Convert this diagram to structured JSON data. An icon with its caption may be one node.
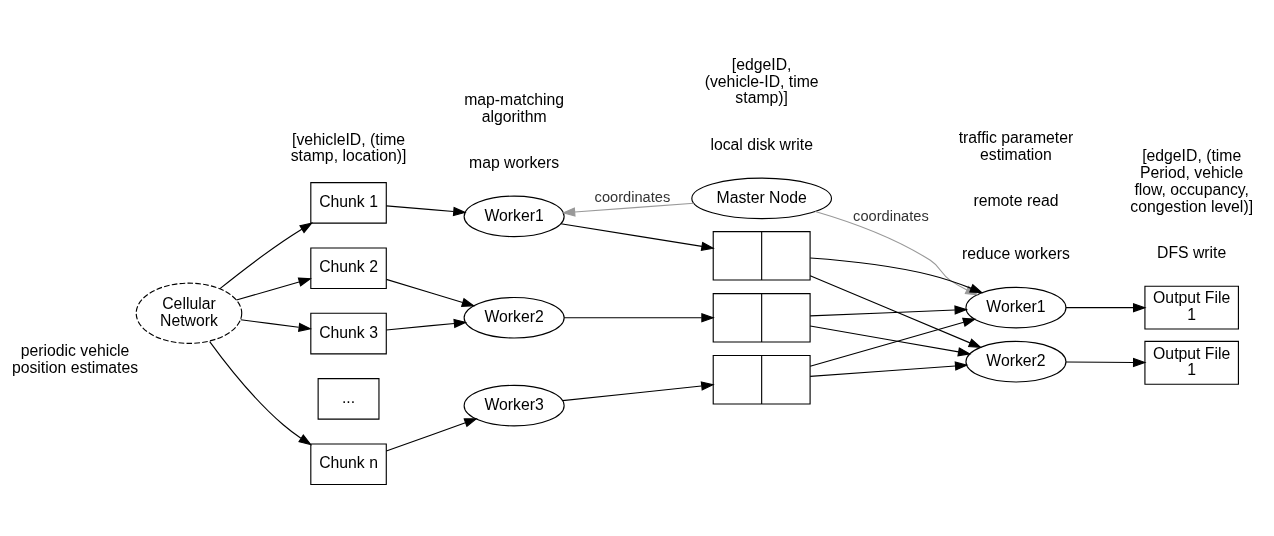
{
  "diagram": {
    "nodes": [
      {
        "text": [
          "Master Node"
        ]
      },
      {
        "text": [
          "Cellular Network"
        ],
        "beside": [
          "periodic vehicle position estimates"
        ]
      },
      {
        "text": [
          "Chunk 1"
        ]
      },
      {
        "text": [
          "Chunk 2"
        ]
      },
      {
        "text": [
          "Chunk 3"
        ]
      },
      {
        "text": [
          "..."
        ]
      },
      {
        "text": [
          "Chunk n"
        ]
      },
      {
        "text": [
          "Worker1"
        ]
      },
      {
        "text": [
          "Worker2"
        ]
      },
      {
        "text": [
          "Worker3"
        ]
      },
      {
        "text": [],
        "shape": "box"
      },
      {
        "text": [],
        "shape": "box"
      },
      {
        "text": [],
        "shape": "box"
      },
      {
        "text": [
          "Worker1"
        ]
      },
      {
        "text": [
          "Worker2"
        ]
      },
      {
        "text": [
          "Output File 1"
        ]
      },
      {
        "text": [
          "Output File 1"
        ]
      }
    ],
    "edges": [
      {
        "from": 0,
        "to": 7,
        "arrow": "to",
        "label": "coordinates",
        "color": "#999999"
      },
      {
        "from": 0,
        "to": 13,
        "arrow": "to",
        "label": "coordinates",
        "color": "#999999"
      },
      {
        "from": 1,
        "to": 2,
        "arrow": "to"
      },
      {
        "from": 1,
        "to": 3,
        "arrow": "to"
      },
      {
        "from": 1,
        "to": 4,
        "arrow": "to"
      },
      {
        "from": 1,
        "to": 6,
        "arrow": "to"
      },
      {
        "from": 2,
        "to": 7,
        "arrow": "to"
      },
      {
        "from": 3,
        "to": 8,
        "arrow": "to"
      },
      {
        "from": 4,
        "to": 8,
        "arrow": "to"
      },
      {
        "from": 6,
        "to": 9,
        "arrow": "to"
      },
      {
        "from": 7,
        "to": 10,
        "arrow": "to"
      },
      {
        "from": 8,
        "to": 11,
        "arrow": "to"
      },
      {
        "from": 9,
        "to": 12,
        "arrow": "to"
      },
      {
        "from": 10,
        "to": 13,
        "arrow": "to"
      },
      {
        "from": 10,
        "to": 14,
        "arrow": "to"
      },
      {
        "from": 11,
        "to": 13,
        "arrow": "to"
      },
      {
        "from": 11,
        "to": 14,
        "arrow": "to"
      },
      {
        "from": 12,
        "to": 13,
        "arrow": "to"
      },
      {
        "from": 12,
        "to": 14,
        "arrow": "to"
      },
      {
        "from": 13,
        "to": 15,
        "arrow": "to"
      },
      {
        "from": 14,
        "to": 16,
        "arrow": "to"
      }
    ],
    "labels": [
      "map workers",
      "reduce workers",
      "local disk write",
      "remote read",
      "DFS write",
      "[vehicleID, (time stamp, location)]",
      "map-matching algorithm",
      "[edgeID, (vehicle-ID, time stamp)]",
      "traffic parameter estimation",
      "[edgeID, (time Period, vehicle flow, occupancy, congestion level)]"
    ]
  }
}
